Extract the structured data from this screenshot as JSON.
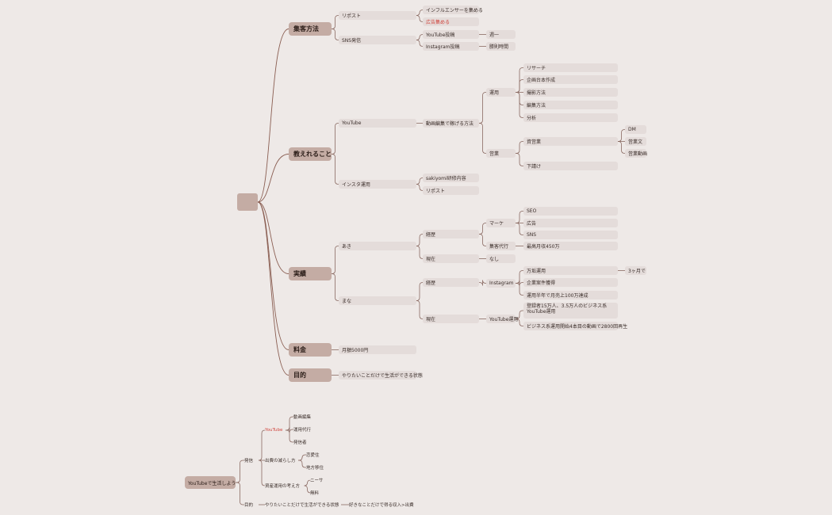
{
  "map1": {
    "root": "",
    "categories": [
      "集客方法",
      "教えれること",
      "実績",
      "料金",
      "目的"
    ],
    "acquisition": {
      "repost": "リポスト",
      "influencer": "インフルエンサーを集める",
      "ads": "広告集める",
      "sns": "SNS発信",
      "youtube_post": "YouTube投稿",
      "youtube_freq": "週一",
      "instagram_post": "Instagram投稿",
      "instagram_freq": "勝則時間"
    },
    "teach": {
      "youtube": "YouTube",
      "video_edit_earn": "動画編集で稼げる方法",
      "operation": "運用",
      "research": "リサーチ",
      "plan": "企画台本作成",
      "shooting": "撮影方法",
      "editing": "編集方法",
      "analysis": "分析",
      "sales": "営業",
      "proposal": "資営業",
      "dm": "DM",
      "sales_text": "営業文",
      "sales_video": "営業動画",
      "subcontract": "下請け",
      "insta_ops": "インスタ運用",
      "sakiyomi": "sakiyomi研修内容",
      "insta_repost": "リポスト"
    },
    "results": {
      "aki": "あき",
      "aki_history": "経歴",
      "marketing": "マーケ",
      "seo": "SEO",
      "ad": "広告",
      "sns": "SNS",
      "agency": "集客代行",
      "max_monthly": "最高月収450万",
      "aki_now": "現在",
      "none": "なし",
      "mana": "まな",
      "mana_history": "経歴",
      "instagram": "Instagram",
      "followers_10k": "万垢運用",
      "three_months": "3ヶ月で",
      "corporate": "企業案件獲得",
      "monthly_1m": "運用半年で月売上100万達成",
      "mana_now": "現在",
      "youtube_ops": "YouTube運用",
      "subscribers": "登録者15万人、3.5万人のビジネス系YouTube運用",
      "views": "ビジネス系運用開始4本目の動画で2800回再生"
    },
    "price": {
      "monthly": "月額5000円"
    },
    "goal": {
      "text": "やりたいことだけで生活ができる状態"
    }
  },
  "map2": {
    "root": "YouTubeで生活しよう",
    "send": "発信",
    "youtube": "YouTube",
    "video_edit": "動画編集",
    "ops_agency": "運用代行",
    "creator": "発信者",
    "reduce_expense": "出費の減らし方",
    "share_house": "恋愛住",
    "move_rural": "地方移住",
    "asset_mgmt": "資産運用の考え方",
    "nisa": "ニーサ",
    "free": "無料",
    "purpose": "目的",
    "purpose_state": "やりたいことだけで生活ができる状態",
    "purpose_income": "好きなことだけで得る収入>出費"
  }
}
